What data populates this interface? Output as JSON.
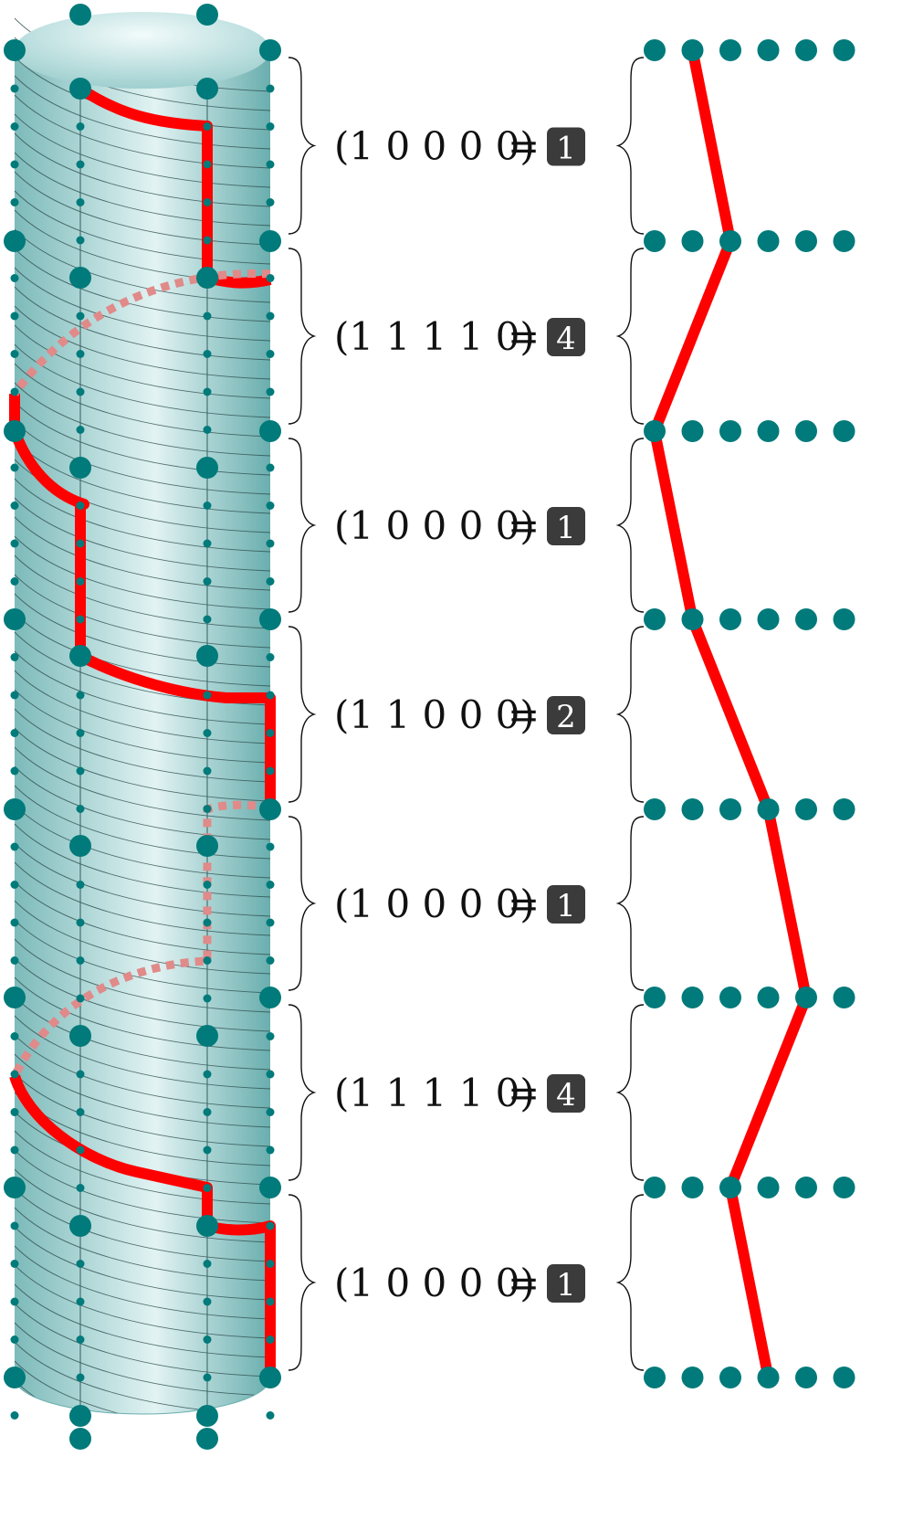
{
  "colors": {
    "node": "#007a7a",
    "path": "#ff0000",
    "path_hidden": "#e08a8a",
    "badge": "#3b3b3b",
    "badge_text": "#ffffff",
    "cylinder_edge": "#6fb0b0",
    "cylinder_center": "#e6f5f5"
  },
  "rows": [
    {
      "vector": "(1 0 0 0 0)",
      "equals": "=",
      "value": "1"
    },
    {
      "vector": "(1 1 1 1 0)",
      "equals": "=",
      "value": "4"
    },
    {
      "vector": "(1 0 0 0 0)",
      "equals": "=",
      "value": "1"
    },
    {
      "vector": "(1 1 0 0 0)",
      "equals": "=",
      "value": "2"
    },
    {
      "vector": "(1 0 0 0 0)",
      "equals": "=",
      "value": "1"
    },
    {
      "vector": "(1 1 1 1 0)",
      "equals": "=",
      "value": "4"
    },
    {
      "vector": "(1 0 0 0 0)",
      "equals": "=",
      "value": "1"
    }
  ],
  "lattice": {
    "dots_per_level": 6,
    "path_positions": [
      1,
      2,
      0,
      1,
      3,
      4,
      2,
      3
    ]
  }
}
